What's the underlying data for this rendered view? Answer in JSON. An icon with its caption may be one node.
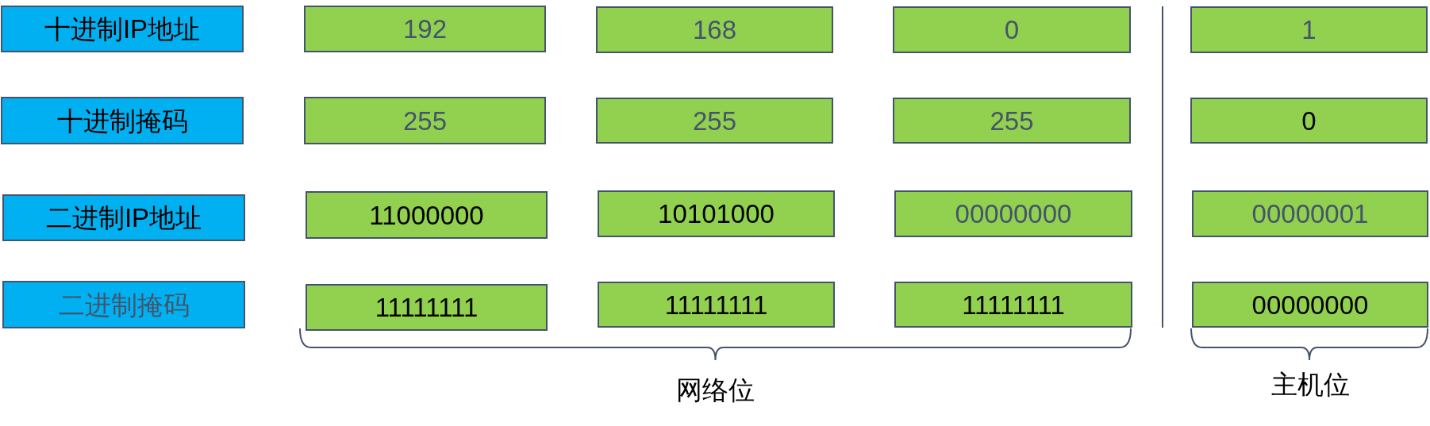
{
  "diagram": {
    "nodes": [
      {
        "text": [
          "十进制IP地址"
        ]
      },
      {
        "text": [
          "192"
        ]
      },
      {
        "text": [
          "168"
        ]
      },
      {
        "text": [
          "0"
        ]
      },
      {
        "text": [
          "1"
        ]
      },
      {
        "text": [
          "十进制掩码"
        ]
      },
      {
        "text": [
          "255"
        ]
      },
      {
        "text": [
          "255"
        ]
      },
      {
        "text": [
          "255"
        ]
      },
      {
        "text": [
          "0"
        ]
      },
      {
        "text": [
          "二进制IP地址"
        ]
      },
      {
        "text": [
          "11000000"
        ]
      },
      {
        "text": [
          "10101000"
        ]
      },
      {
        "text": [
          "00000000"
        ]
      },
      {
        "text": [
          "00000001"
        ]
      },
      {
        "text": [
          "二进制掩码"
        ]
      },
      {
        "text": [
          "11111111"
        ]
      },
      {
        "text": [
          "11111111"
        ]
      },
      {
        "text": [
          "11111111"
        ]
      },
      {
        "text": [
          "00000000"
        ]
      }
    ],
    "labels": [
      "网络位",
      "主机位"
    ]
  }
}
